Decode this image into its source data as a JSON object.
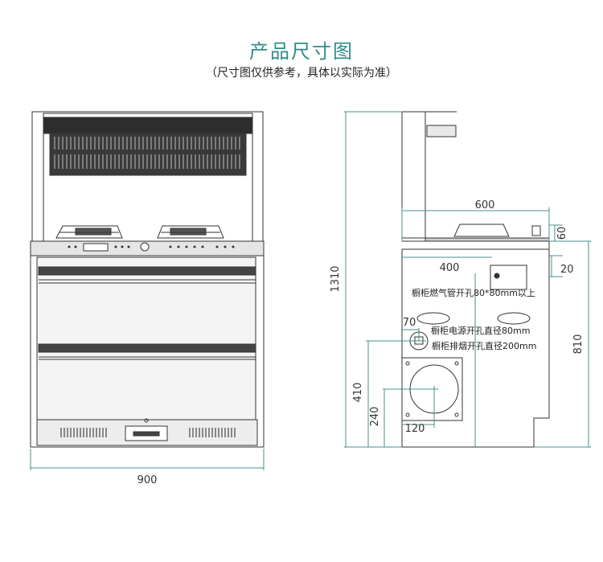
{
  "header": {
    "title": "产品尺寸图",
    "subtitle": "（尺寸图仅供参考，具体以实际为准）"
  },
  "front_view": {
    "width_label": "900"
  },
  "side_view": {
    "height_total_label": "1310",
    "depth_label": "600",
    "top_offset_label": "60",
    "cabinet_offset_label": "20",
    "gas_pipe_offset_label": "400",
    "cabinet_height_label": "810",
    "power_hole_offset_label": "70",
    "exhaust_height_label": "410",
    "exhaust_center_height_label": "240",
    "exhaust_center_offset_label": "120",
    "note_gas_pipe": "橱柜燃气管开孔80*80mm以上",
    "note_power_hole": "橱柜电源开孔直径80mm",
    "note_exhaust_hole": "橱柜排烟开孔直径200mm"
  },
  "colors": {
    "title": "#2f8c86",
    "line": "#333333",
    "dimension": "#4a8f8b"
  }
}
